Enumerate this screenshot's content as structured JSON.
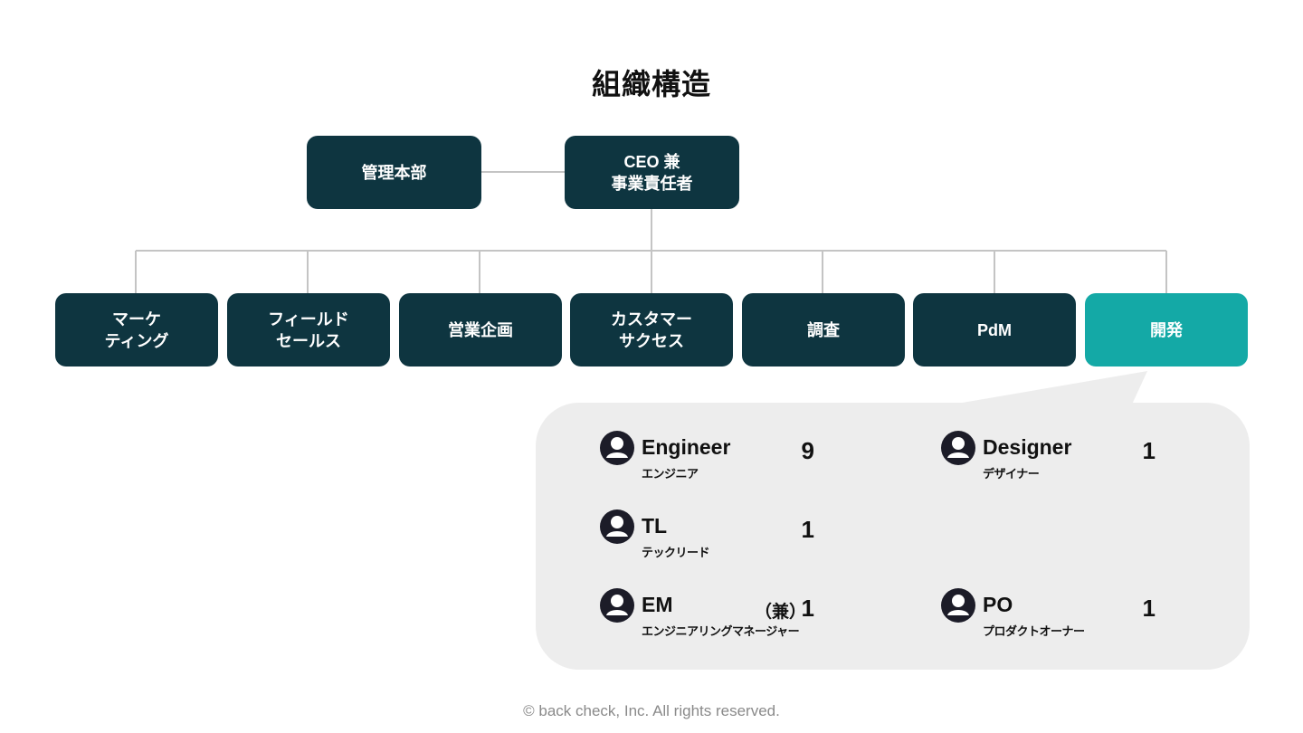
{
  "title": "組織構造",
  "top_boxes": {
    "admin": "管理本部",
    "ceo": "CEO 兼\n事業責任者"
  },
  "departments": [
    {
      "label": "マーケ\nティング",
      "active": false
    },
    {
      "label": "フィールド\nセールス",
      "active": false
    },
    {
      "label": "営業企画",
      "active": false
    },
    {
      "label": "カスタマー\nサクセス",
      "active": false
    },
    {
      "label": "調査",
      "active": false
    },
    {
      "label": "PdM",
      "active": false
    },
    {
      "label": "開発",
      "active": true
    }
  ],
  "roles": {
    "engineer": {
      "name": "Engineer",
      "kana": "エンジニア",
      "count": "9",
      "icon": "person-icon"
    },
    "designer": {
      "name": "Designer",
      "kana": "デザイナー",
      "count": "1",
      "icon": "person-icon"
    },
    "tl": {
      "name": "TL",
      "kana": "テックリード",
      "count": "1",
      "icon": "person-icon"
    },
    "em": {
      "name": "EM",
      "kana": "エンジニアリングマネージャー",
      "count": "1",
      "note": "（兼）",
      "icon": "person-icon"
    },
    "po": {
      "name": "PO",
      "kana": "プロダクトオーナー",
      "count": "1",
      "icon": "person-icon"
    }
  },
  "footer": "© back check, Inc. All rights reserved.",
  "colors": {
    "box": "#0e3540",
    "active_box": "#14a9a6",
    "bubble": "#ededed",
    "connector": "#c4c4c4",
    "icon": "#1c1c28"
  }
}
